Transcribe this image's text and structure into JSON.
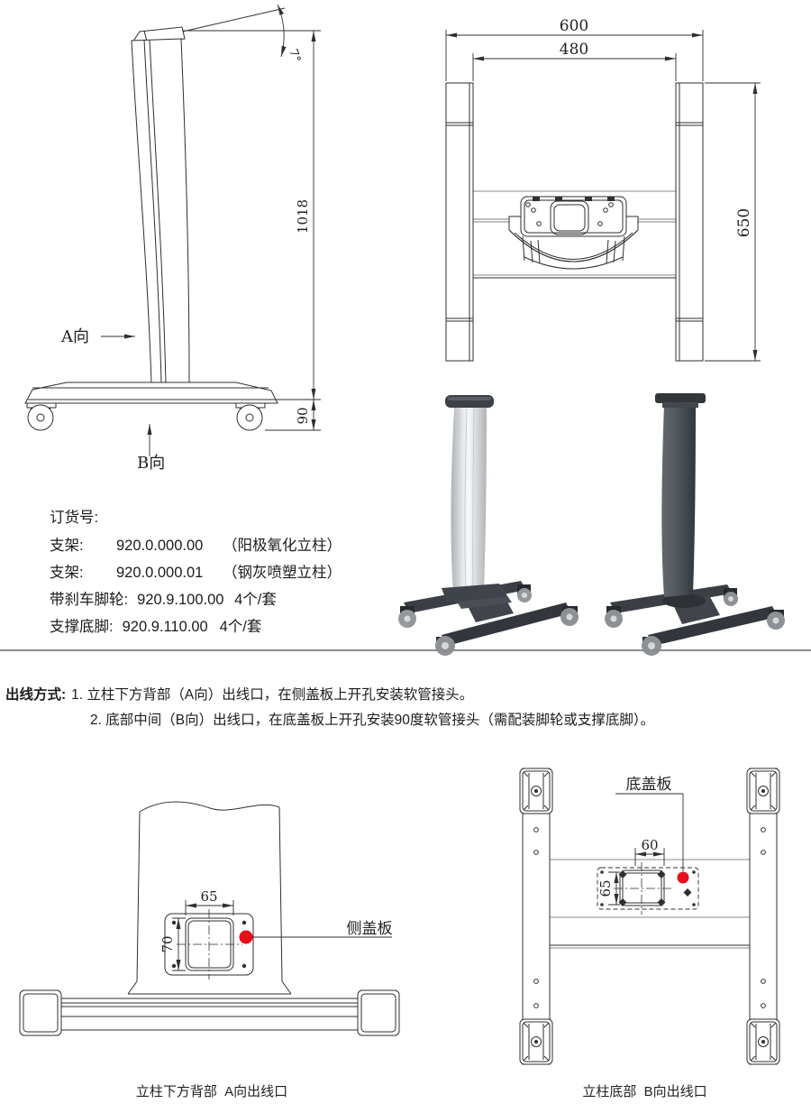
{
  "side_view": {
    "angle": "7°",
    "height": "1018",
    "caster_height": "90",
    "view_a": "A向",
    "view_b": "B向"
  },
  "top_view": {
    "width_outer": "600",
    "width_inner": "480",
    "depth": "650"
  },
  "order": {
    "title": "订货号:",
    "rows": [
      {
        "label": "支架:",
        "code": "920.0.000.00",
        "note": "（阳极氧化立柱）"
      },
      {
        "label": "支架:",
        "code": "920.0.000.01",
        "note": "（钢灰喷塑立柱）"
      },
      {
        "label": "带刹车脚轮:",
        "code": "920.9.100.00",
        "note": "4个/套"
      },
      {
        "label": "支撑底脚:",
        "code": "920.9.110.00",
        "note": "4个/套"
      }
    ]
  },
  "outlet": {
    "heading": "出线方式:",
    "line1": "1. 立柱下方背部（A向）出线口，在侧盖板上开孔安装软管接头。",
    "line2": "2. 底部中间（B向）出线口，在底盖板上开孔安装90度软管接头（需配装脚轮或支撑底脚）。"
  },
  "detail_a": {
    "dim_width": "65",
    "dim_height": "70",
    "callout": "侧盖板",
    "caption": "立柱下方背部  A向出线口"
  },
  "detail_b": {
    "dim_width": "60",
    "dim_height": "65",
    "callout": "底盖板",
    "caption": "立柱底部  B向出线口"
  },
  "colors": {
    "accent_red": "#e8101a",
    "line": "#2f2f2f"
  }
}
